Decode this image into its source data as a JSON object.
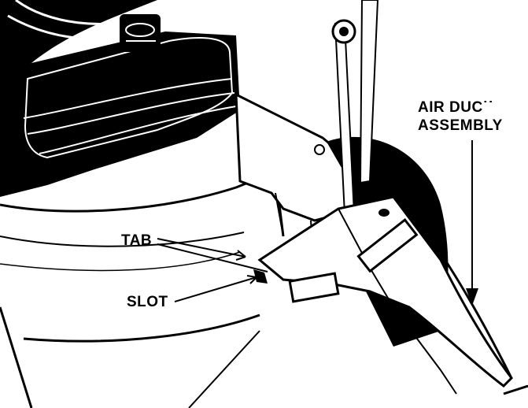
{
  "labels": {
    "air_duct_line1": "AIR DUC˙˙",
    "air_duct_line2": "ASSEMBLY",
    "tab": "TAB",
    "slot": "SLOT"
  },
  "colors": {
    "ink": "#000000",
    "paper": "#ffffff"
  }
}
